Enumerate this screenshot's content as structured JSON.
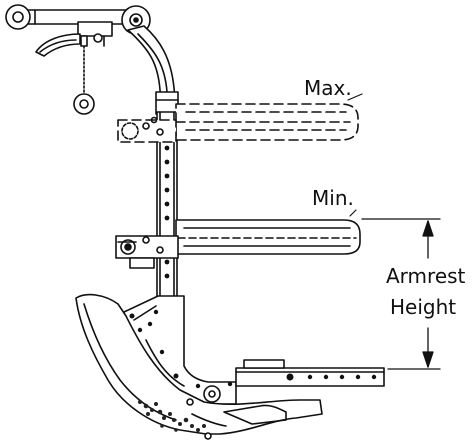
{
  "labels": {
    "max": "Max.",
    "min": "Min.",
    "armrest_height_line1": "Armrest",
    "armrest_height_line2": "Height"
  },
  "colors": {
    "line": "#111111",
    "fill": "#ffffff",
    "hatch": "#444444"
  }
}
